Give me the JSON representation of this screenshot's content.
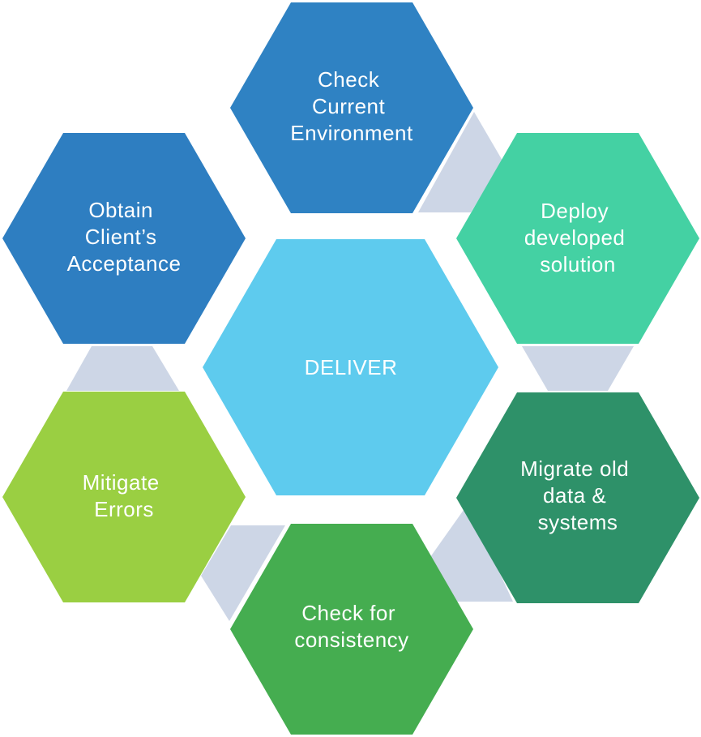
{
  "diagram": {
    "center": {
      "label": "DELIVER",
      "color": "#5ecbee"
    },
    "steps": [
      {
        "id": "check-current-environment",
        "lines": [
          "Check",
          "Current",
          "Environment"
        ],
        "color": "#2f82c3"
      },
      {
        "id": "deploy-developed-solution",
        "lines": [
          "Deploy",
          "developed",
          "solution"
        ],
        "color": "#44d1a3"
      },
      {
        "id": "migrate-old-data-systems",
        "lines": [
          "Migrate old",
          "data &",
          "systems"
        ],
        "color": "#2e9169"
      },
      {
        "id": "check-for-consistency",
        "lines": [
          "Check for",
          "consistency"
        ],
        "color": "#45ad50"
      },
      {
        "id": "mitigate-errors",
        "lines": [
          "Mitigate",
          "Errors"
        ],
        "color": "#9acf42"
      },
      {
        "id": "obtain-clients-acceptance",
        "lines": [
          "Obtain",
          "Client’s",
          "Acceptance"
        ],
        "color": "#2e7ec1"
      }
    ],
    "connector_color": "#cdd6e6"
  }
}
